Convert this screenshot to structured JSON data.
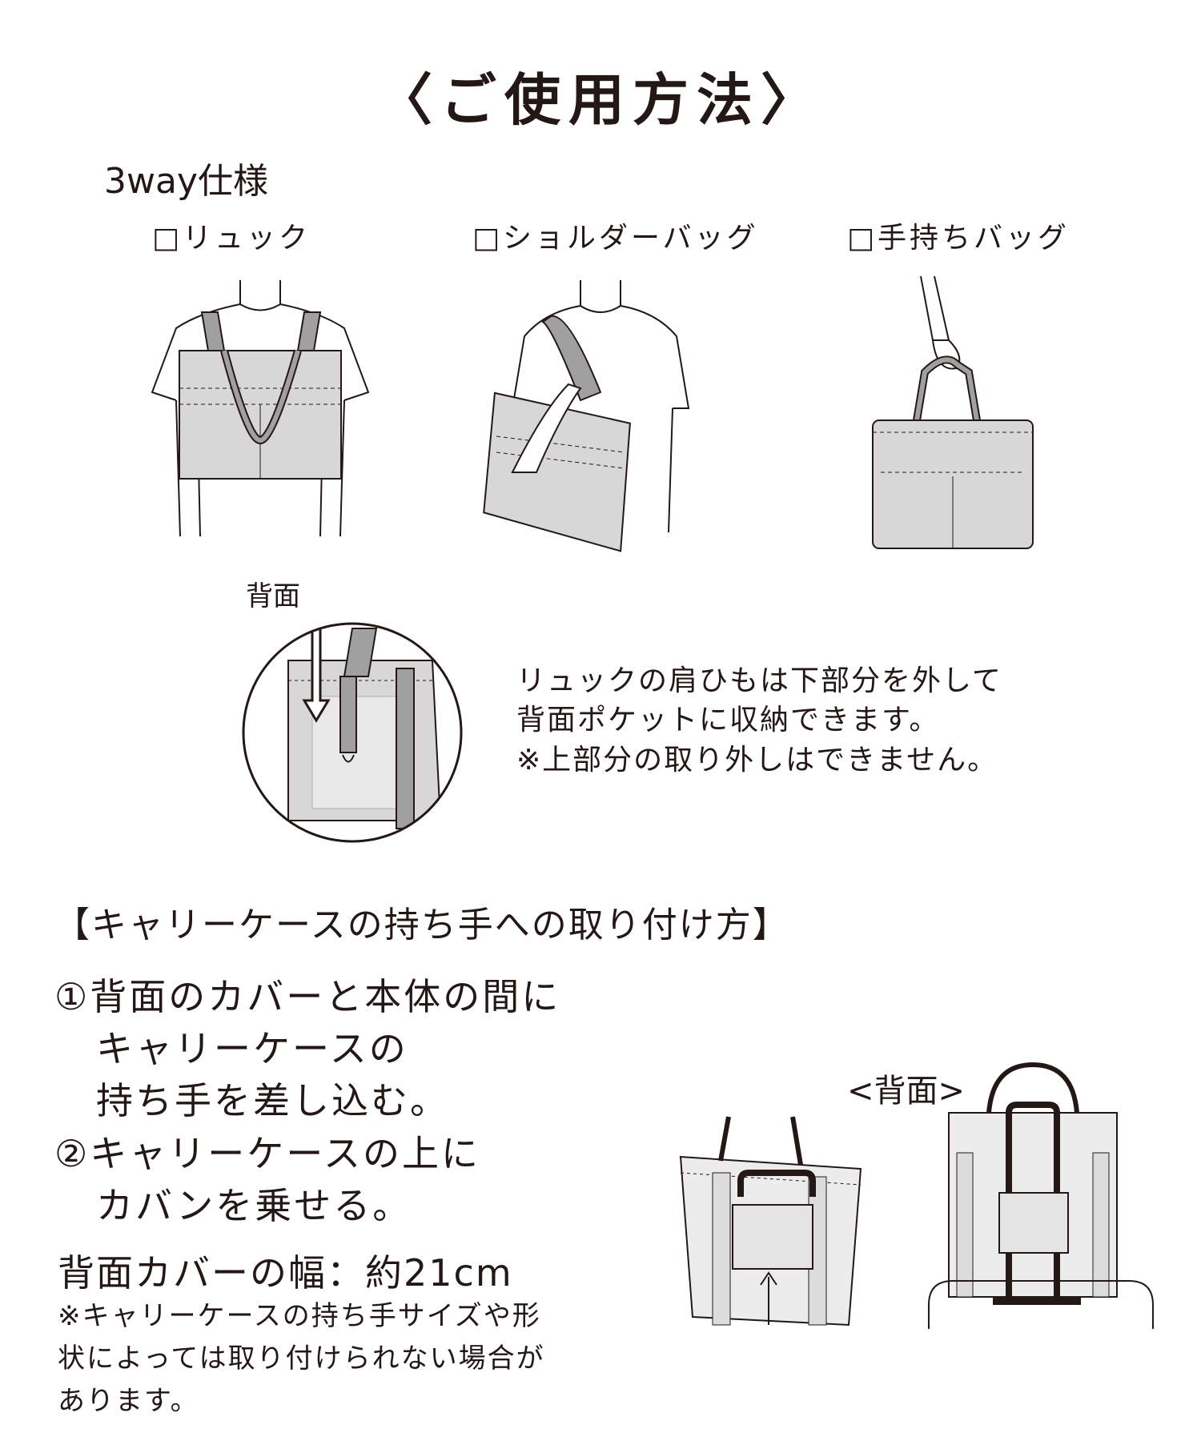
{
  "title": "〈ご使用方法〉",
  "subtitle": "3way仕様",
  "modes": [
    {
      "label": "□リュック",
      "checkbox": false
    },
    {
      "label": "□ショルダーバッグ",
      "checkbox": false
    },
    {
      "label": "□手持ちバッグ",
      "checkbox": false
    }
  ],
  "back_label": "背面",
  "back_notes": [
    "リュックの肩ひもは下部分を外して",
    "背面ポケットに収納できます。",
    "※上部分の取り外しはできません。"
  ],
  "carry_section": {
    "heading": "【キャリーケースの持ち手への取り付け方】",
    "steps": [
      "①背面のカバーと本体の間に",
      "キャリーケースの",
      "持ち手を差し込む。",
      "②キャリーケースの上に",
      "カバンを乗せる。"
    ],
    "cover_width": "背面カバーの幅：約21cm",
    "footnote": [
      "※キャリーケースの持ち手サイズや形",
      "状によっては取り付けられない場合が",
      "あります。"
    ],
    "back_tag": "<背面>"
  },
  "colors": {
    "text": "#231815",
    "bag_fill": "#d7d7d7",
    "strap_fill": "#a0a0a0",
    "line": "#231815"
  }
}
